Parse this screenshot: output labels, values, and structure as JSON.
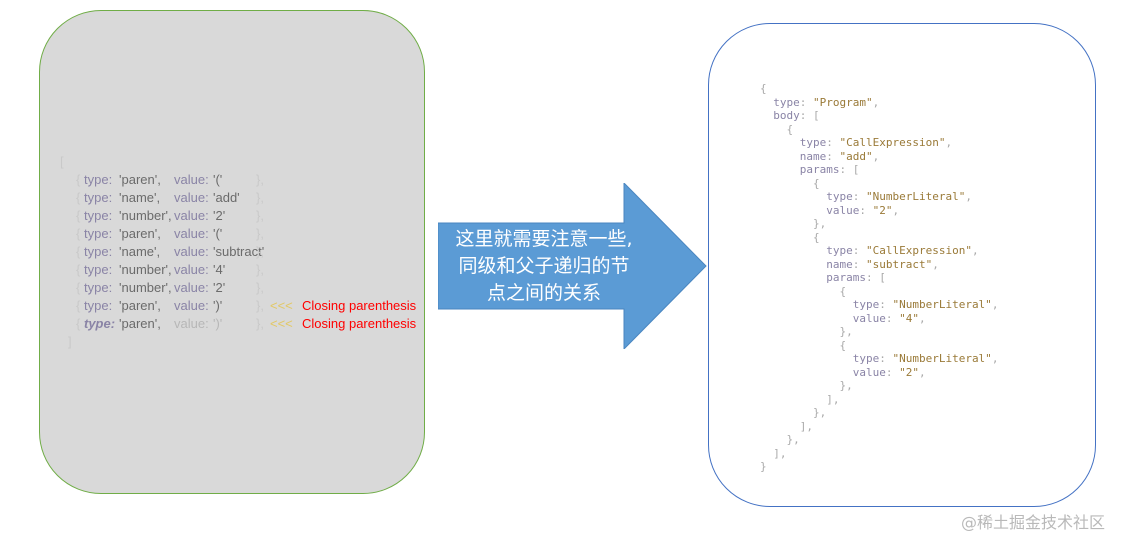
{
  "tokens": {
    "open_bracket": "[",
    "close_bracket": "]",
    "rows": [
      {
        "open": "{ ",
        "k": "type: ",
        "t": "'paren', ",
        "k2": "value: ",
        "v": "'('",
        "close": "},"
      },
      {
        "open": "{ ",
        "k": "type: ",
        "t": "'name', ",
        "k2": "value: ",
        "v": "'add'",
        "close": "},"
      },
      {
        "open": "{ ",
        "k": "type: ",
        "t": "'number', ",
        "k2": "value: ",
        "v": "'2'",
        "close": "},"
      },
      {
        "open": "{ ",
        "k": "type: ",
        "t": "'paren', ",
        "k2": "value: ",
        "v": "'('",
        "close": "},"
      },
      {
        "open": "{ ",
        "k": "type: ",
        "t": "'name', ",
        "k2": "value: ",
        "v": "'subtract'",
        "close": "},"
      },
      {
        "open": "{ ",
        "k": "type: ",
        "t": "'number', ",
        "k2": "value: ",
        "v": "'4'",
        "close": "},"
      },
      {
        "open": "{ ",
        "k": "type: ",
        "t": "'number', ",
        "k2": "value: ",
        "v": "'2'",
        "close": "},"
      },
      {
        "open": "{ ",
        "k": "type: ",
        "t": "'paren', ",
        "k2": "value: ",
        "v": "')'",
        "close": "},",
        "arrow": "<<< ",
        "note": "Closing parenthesis"
      },
      {
        "open": "{ ",
        "k": "type: ",
        "t": "'paren', ",
        "k2": "value: ",
        "v": "')'",
        "close": "},",
        "arrow": "<<< ",
        "note": "Closing parenthesis",
        "emph": true
      }
    ]
  },
  "arrow_label": [
    "这里就需要注意一些,",
    "同级和父子递归的节",
    "点之间的关系"
  ],
  "ast": [
    [
      [
        "p",
        "{"
      ]
    ],
    [
      [
        "p",
        "  "
      ],
      [
        "key",
        "type"
      ],
      [
        "p",
        ": "
      ],
      [
        "s",
        "\"Program\""
      ],
      [
        "p",
        ","
      ]
    ],
    [
      [
        "p",
        "  "
      ],
      [
        "key",
        "body"
      ],
      [
        "p",
        ": ["
      ]
    ],
    [
      [
        "p",
        "    {"
      ]
    ],
    [
      [
        "p",
        "      "
      ],
      [
        "key",
        "type"
      ],
      [
        "p",
        ": "
      ],
      [
        "s",
        "\"CallExpression\""
      ],
      [
        "p",
        ","
      ]
    ],
    [
      [
        "p",
        "      "
      ],
      [
        "key",
        "name"
      ],
      [
        "p",
        ": "
      ],
      [
        "s",
        "\"add\""
      ],
      [
        "p",
        ","
      ]
    ],
    [
      [
        "p",
        "      "
      ],
      [
        "key",
        "params"
      ],
      [
        "p",
        ": ["
      ]
    ],
    [
      [
        "p",
        "        {"
      ]
    ],
    [
      [
        "p",
        "          "
      ],
      [
        "key",
        "type"
      ],
      [
        "p",
        ": "
      ],
      [
        "s",
        "\"NumberLiteral\""
      ],
      [
        "p",
        ","
      ]
    ],
    [
      [
        "p",
        "          "
      ],
      [
        "key",
        "value"
      ],
      [
        "p",
        ": "
      ],
      [
        "s",
        "\"2\""
      ],
      [
        "p",
        ","
      ]
    ],
    [
      [
        "p",
        "        },"
      ]
    ],
    [
      [
        "p",
        "        {"
      ]
    ],
    [
      [
        "p",
        "          "
      ],
      [
        "key",
        "type"
      ],
      [
        "p",
        ": "
      ],
      [
        "s",
        "\"CallExpression\""
      ],
      [
        "p",
        ","
      ]
    ],
    [
      [
        "p",
        "          "
      ],
      [
        "key",
        "name"
      ],
      [
        "p",
        ": "
      ],
      [
        "s",
        "\"subtract\""
      ],
      [
        "p",
        ","
      ]
    ],
    [
      [
        "p",
        "          "
      ],
      [
        "key",
        "params"
      ],
      [
        "p",
        ": ["
      ]
    ],
    [
      [
        "p",
        "            {"
      ]
    ],
    [
      [
        "p",
        "              "
      ],
      [
        "key",
        "type"
      ],
      [
        "p",
        ": "
      ],
      [
        "s",
        "\"NumberLiteral\""
      ],
      [
        "p",
        ","
      ]
    ],
    [
      [
        "p",
        "              "
      ],
      [
        "key",
        "value"
      ],
      [
        "p",
        ": "
      ],
      [
        "s",
        "\"4\""
      ],
      [
        "p",
        ","
      ]
    ],
    [
      [
        "p",
        "            },"
      ]
    ],
    [
      [
        "p",
        "            {"
      ]
    ],
    [
      [
        "p",
        "              "
      ],
      [
        "key",
        "type"
      ],
      [
        "p",
        ": "
      ],
      [
        "s",
        "\"NumberLiteral\""
      ],
      [
        "p",
        ","
      ]
    ],
    [
      [
        "p",
        "              "
      ],
      [
        "key",
        "value"
      ],
      [
        "p",
        ": "
      ],
      [
        "s",
        "\"2\""
      ],
      [
        "p",
        ","
      ]
    ],
    [
      [
        "p",
        "            },"
      ]
    ],
    [
      [
        "p",
        "          ],"
      ]
    ],
    [
      [
        "p",
        "        },"
      ]
    ],
    [
      [
        "p",
        "      ],"
      ]
    ],
    [
      [
        "p",
        "    },"
      ]
    ],
    [
      [
        "p",
        "  ],"
      ]
    ],
    [
      [
        "p",
        "}"
      ]
    ]
  ],
  "watermark": "@稀土掘金技术社区",
  "colors": {
    "left_fill": "#d9d9d9",
    "left_border": "#70ad47",
    "right_border": "#4472c4",
    "arrow_fill": "#5b9bd5",
    "note": "#ff0000"
  }
}
